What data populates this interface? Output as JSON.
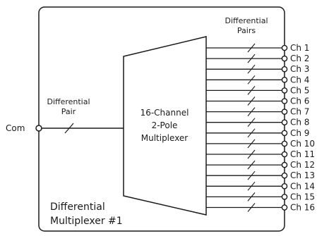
{
  "common_label": "Com",
  "differential_pair_label_line1": "Differential",
  "differential_pair_label_line2": "Pair",
  "differential_pairs_label_line1": "Differential",
  "differential_pairs_label_line2": "Pairs",
  "mux_line1": "16-Channel",
  "mux_line2": "2-Pole",
  "mux_line3": "Multiplexer",
  "box_label_line1": "Differential",
  "box_label_line2": "Multiplexer #1",
  "channels": [
    "Ch 1",
    "Ch 2",
    "Ch 3",
    "Ch 4",
    "Ch 5",
    "Ch 6",
    "Ch 7",
    "Ch 8",
    "Ch 9",
    "Ch 10",
    "Ch 11",
    "Ch 12",
    "Ch 13",
    "Ch 14",
    "Ch 15",
    "Ch 16"
  ]
}
